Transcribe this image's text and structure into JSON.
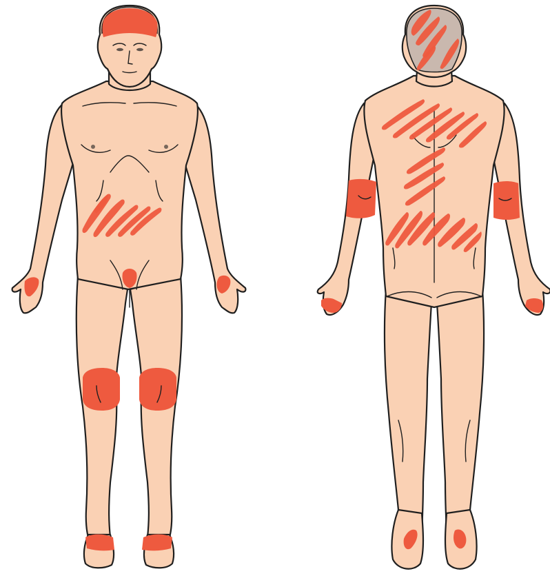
{
  "colors": {
    "skin": "#FAD1B4",
    "outline": "#1f1f1f",
    "lesion": "#EE5A3F",
    "hair": "#C9B8AE",
    "background": "#FFFFFF"
  },
  "figures": [
    {
      "view": "front",
      "affected_areas": [
        "scalp",
        "lower-abdomen-left",
        "left-palm",
        "right-palm",
        "genitals",
        "left-knee",
        "right-knee",
        "left-ankle",
        "right-ankle"
      ]
    },
    {
      "view": "back",
      "affected_areas": [
        "occipital-scalp",
        "upper-back",
        "mid-back",
        "lower-back",
        "left-elbow",
        "right-elbow",
        "left-fingers",
        "right-fingers",
        "left-sole",
        "right-sole"
      ]
    }
  ]
}
